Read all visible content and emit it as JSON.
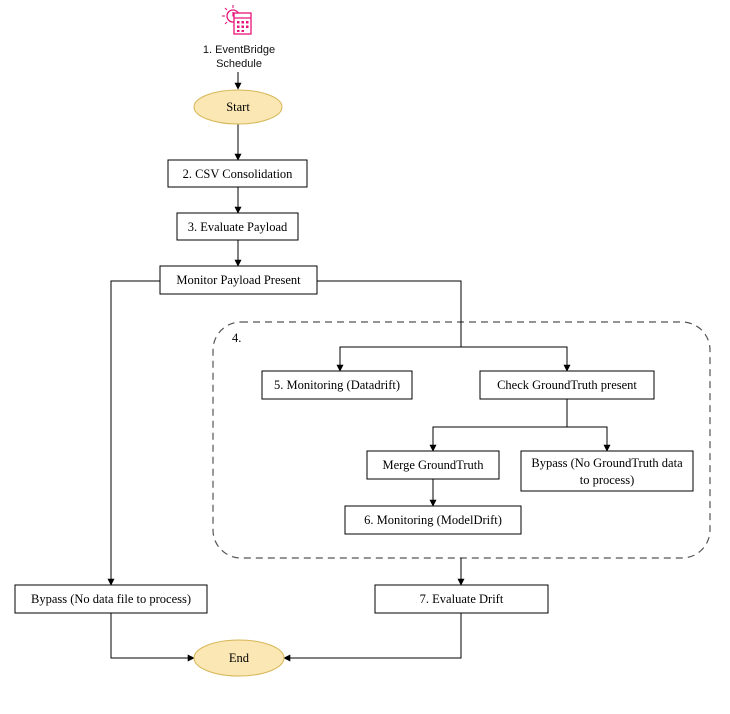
{
  "diagram": {
    "trigger": {
      "icon": "eventbridge-schedule-icon",
      "icon_color": "#e7157b",
      "label_line1": "1. EventBridge",
      "label_line2": "Schedule"
    },
    "start": "Start",
    "csv_consolidation": "2. CSV Consolidation",
    "evaluate_payload": "3. Evaluate Payload",
    "monitor_payload_present": "Monitor Payload Present",
    "group_label": "4.",
    "monitoring_datadrift": "5. Monitoring (Datadrift)",
    "check_groundtruth": "Check GroundTruth present",
    "merge_groundtruth": "Merge GroundTruth",
    "bypass_groundtruth_line1": "Bypass (No GroundTruth data",
    "bypass_groundtruth_line2": "to process)",
    "monitoring_modeldrift": "6. Monitoring (ModelDrift)",
    "bypass_no_data": "Bypass (No data file to process)",
    "evaluate_drift": "7. Evaluate Drift",
    "end": "End",
    "colors": {
      "terminal_fill": "#fbe7b3",
      "terminal_stroke": "#d6b656",
      "line": "#000000"
    }
  }
}
